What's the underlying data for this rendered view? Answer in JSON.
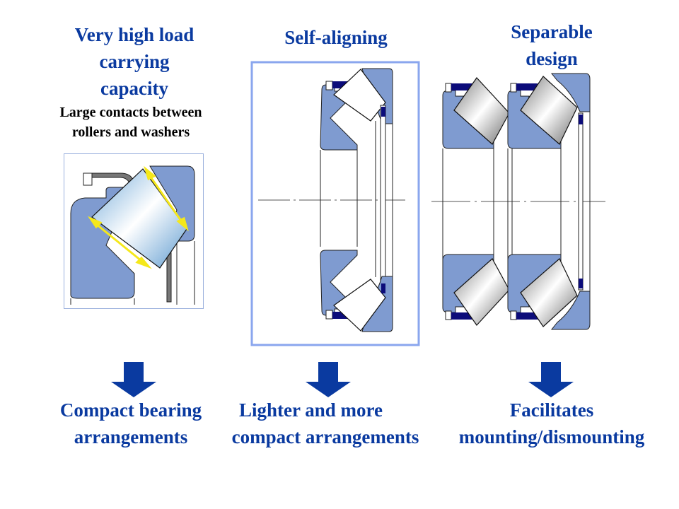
{
  "columns": [
    {
      "title_lines": [
        "Very high load",
        "carrying",
        "capacity"
      ],
      "subtitle_lines": [
        "Large contacts between",
        "rollers and washers"
      ],
      "figure": "contact-detail-figure",
      "result_lines": [
        "Compact bearing",
        "arrangements"
      ]
    },
    {
      "title_lines": [
        "Self-aligning"
      ],
      "figure": "self-aligning-figure",
      "result_lines": [
        "Lighter and more",
        "compact arrangements"
      ]
    },
    {
      "title_lines": [
        "Separable",
        "design"
      ],
      "figure": "separable-design-figure",
      "result_lines": [
        "Facilitates",
        "mounting/dismounting"
      ]
    }
  ],
  "colors": {
    "title_blue": "#0a3aa0",
    "washer_blue": "#7f9bd0",
    "cage_navy": "#0c0c7a",
    "arrow_blue": "#0a3aa0",
    "contact_arrow_yellow": "#f5e81a",
    "frame_blue": "#8aa6ee"
  }
}
